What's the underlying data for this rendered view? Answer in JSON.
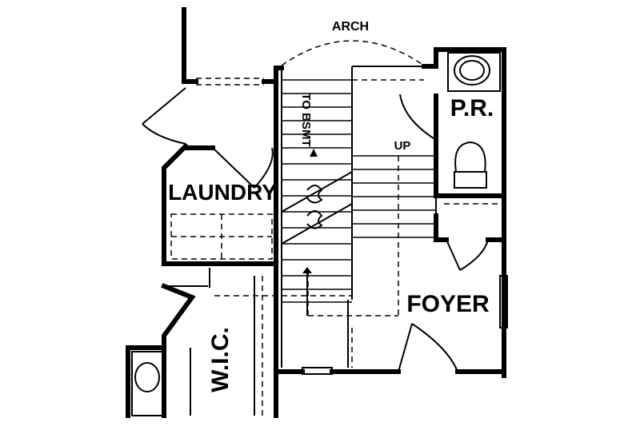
{
  "labels": {
    "arch": "ARCH",
    "to_bsmt": "TO BSMT",
    "up": "UP",
    "pr": "P.R.",
    "laundry": "LAUNDRY",
    "foyer": "FOYER",
    "wic": "W.I.C."
  }
}
